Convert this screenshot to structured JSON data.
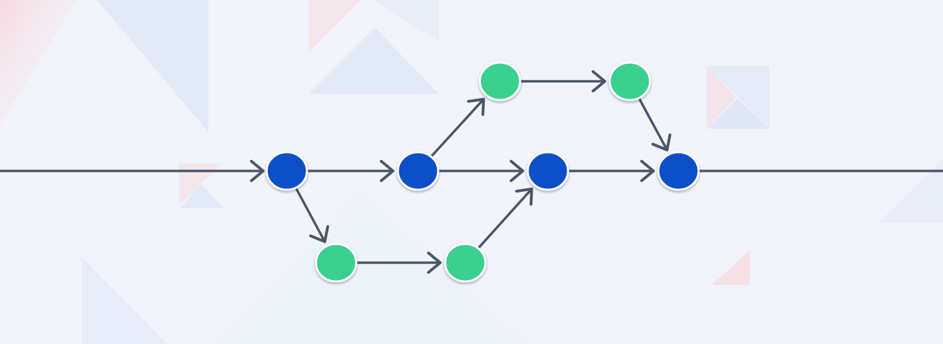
{
  "colors": {
    "background": "#f1f4fa",
    "main_node": "#0a4fc6",
    "branch_node": "#3bd08f",
    "edge": "#4a5568",
    "node_border": "#ffffff",
    "deco_blue": "#dfe7f6",
    "deco_red": "#f7dfe4"
  },
  "diagram": {
    "type": "git-branch-flow",
    "nodes": [
      {
        "id": "main-1",
        "role": "main"
      },
      {
        "id": "main-2",
        "role": "main"
      },
      {
        "id": "main-3",
        "role": "main"
      },
      {
        "id": "main-4",
        "role": "main"
      },
      {
        "id": "upper-branch-1",
        "role": "branch"
      },
      {
        "id": "upper-branch-2",
        "role": "branch"
      },
      {
        "id": "lower-branch-1",
        "role": "branch"
      },
      {
        "id": "lower-branch-2",
        "role": "branch"
      }
    ],
    "edges": [
      {
        "from": "main-1",
        "to": "main-2"
      },
      {
        "from": "main-2",
        "to": "main-3"
      },
      {
        "from": "main-3",
        "to": "main-4"
      },
      {
        "from": "main-2",
        "to": "upper-branch-1"
      },
      {
        "from": "upper-branch-1",
        "to": "upper-branch-2"
      },
      {
        "from": "upper-branch-2",
        "to": "main-4"
      },
      {
        "from": "main-1",
        "to": "lower-branch-1"
      },
      {
        "from": "lower-branch-1",
        "to": "lower-branch-2"
      },
      {
        "from": "lower-branch-2",
        "to": "main-3"
      }
    ]
  }
}
